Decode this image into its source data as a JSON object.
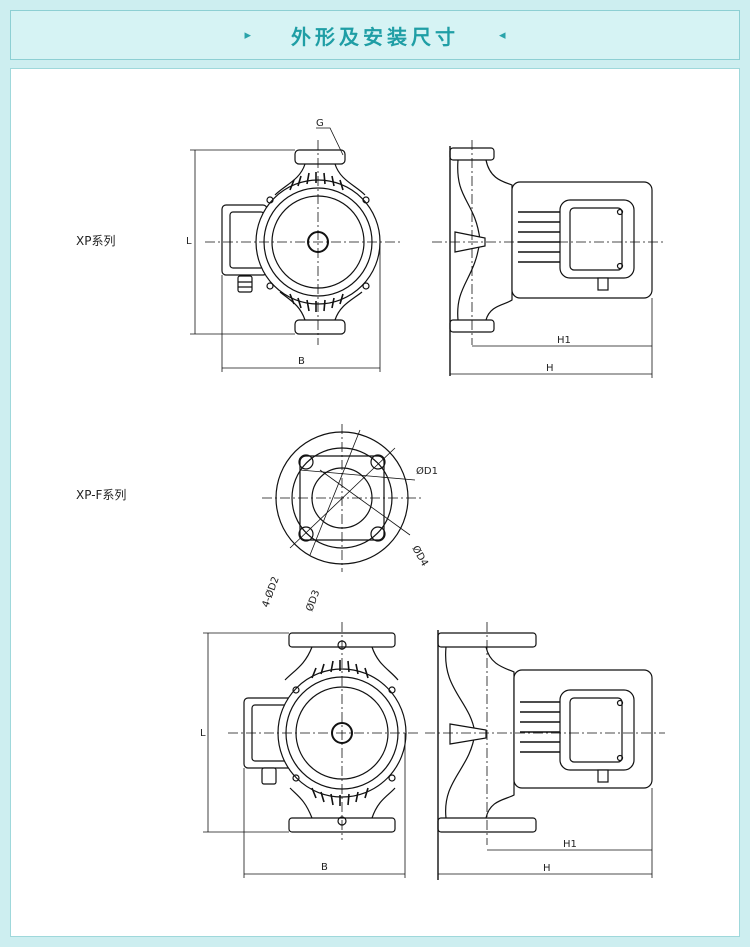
{
  "header": {
    "title": "外形及安装尺寸",
    "left_marker": "▸",
    "right_marker": "◂"
  },
  "series": [
    {
      "label": "XP系列"
    },
    {
      "label": "XP-F系列"
    }
  ],
  "dimensions": {
    "G": "G",
    "L": "L",
    "B": "B",
    "H": "H",
    "H1": "H1",
    "D1": "ØD1",
    "D2": "4-ØD2",
    "D3": "ØD3",
    "D4": "ØD4"
  }
}
